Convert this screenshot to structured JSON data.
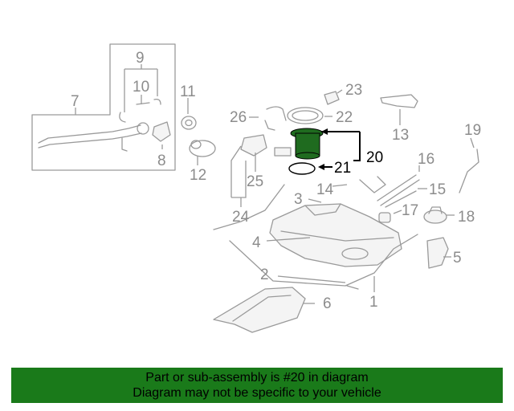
{
  "diagram": {
    "callouts": {
      "c1": "1",
      "c2": "2",
      "c3": "3",
      "c4": "4",
      "c5": "5",
      "c6": "6",
      "c7": "7",
      "c8": "8",
      "c9": "9",
      "c10": "10",
      "c11": "11",
      "c12": "12",
      "c13": "13",
      "c14": "14",
      "c15": "15",
      "c16": "16",
      "c17": "17",
      "c18": "18",
      "c19": "19",
      "c20": "20",
      "c21": "21",
      "c22": "22",
      "c23": "23",
      "c24": "24",
      "c25": "25",
      "c26": "26"
    },
    "highlighted_part": "20",
    "highlight_color": "#1f6b1f"
  },
  "footer": {
    "line1": "Part or sub-assembly is #20 in diagram",
    "line2": "Diagram may not be specific to your vehicle",
    "background_color": "#1a7a1a"
  }
}
